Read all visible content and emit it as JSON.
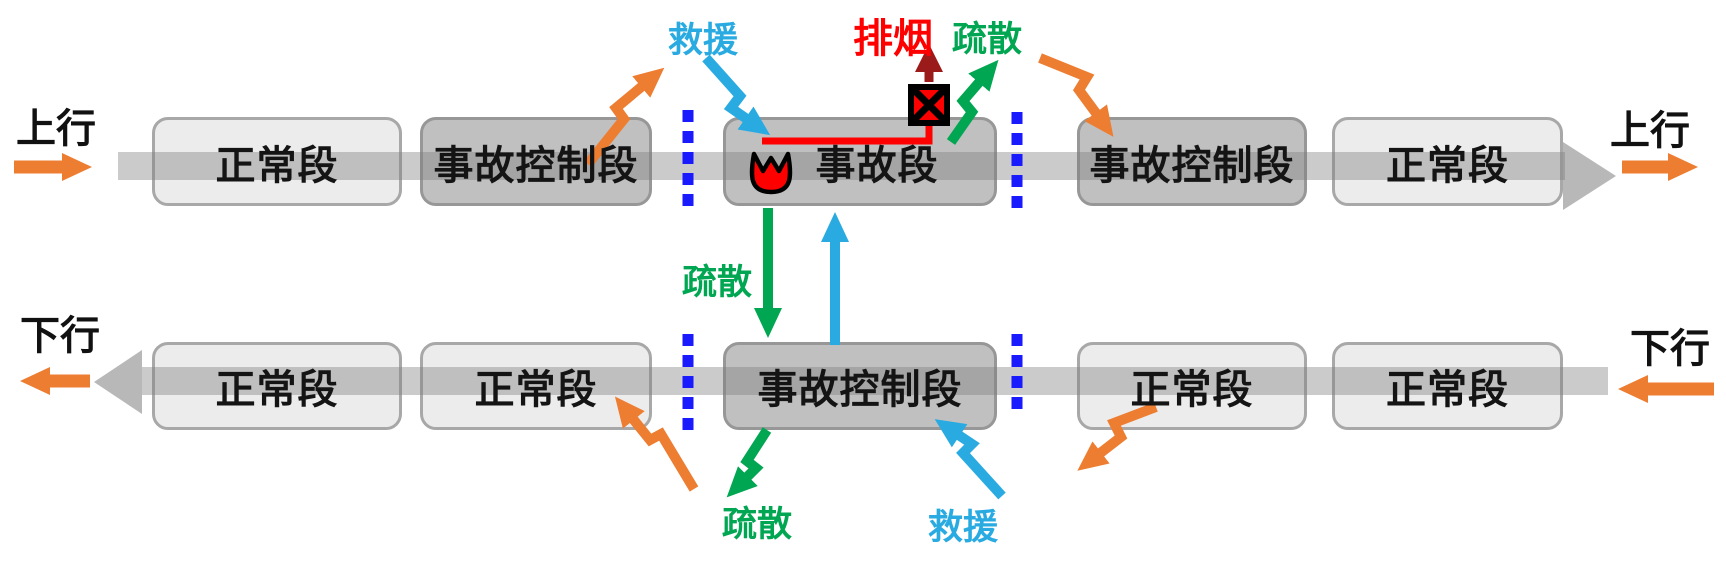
{
  "diagram": {
    "type": "tunnel-incident-control-scheme",
    "rows": {
      "up": {
        "direction_label": "上行",
        "segments": [
          {
            "label": "正常段",
            "style": "normal"
          },
          {
            "label": "事故控制段",
            "style": "control"
          },
          {
            "label": "事故段",
            "style": "incident",
            "icon": "fire-icon"
          },
          {
            "label": "事故控制段",
            "style": "control"
          },
          {
            "label": "正常段",
            "style": "normal"
          }
        ]
      },
      "down": {
        "direction_label": "下行",
        "segments": [
          {
            "label": "正常段",
            "style": "normal"
          },
          {
            "label": "正常段",
            "style": "normal"
          },
          {
            "label": "事故控制段",
            "style": "control"
          },
          {
            "label": "正常段",
            "style": "normal"
          },
          {
            "label": "正常段",
            "style": "normal"
          }
        ]
      }
    },
    "annotations": {
      "rescue_top": "救援",
      "smoke_exhaust": "排烟",
      "evacuation_top": "疏散",
      "evacuation_middle": "疏散",
      "evacuation_bottom": "疏散",
      "rescue_bottom": "救援"
    },
    "icons": {
      "fire": "fire-icon",
      "exhaust_fan": "exhaust-fan-icon",
      "cross_passage": "dashed-cross-passage-marker"
    },
    "colors": {
      "orange_arrow": "#ED7D31",
      "green_arrow": "#00A651",
      "blue_arrow": "#29ABE2",
      "red_line": "#FF0000",
      "dark_red_arrow": "#9B1B1B",
      "dashed_blue": "#1A1AFF",
      "tunnel_bar_gray": "#C9C9C9",
      "box_light": "#ECECEC",
      "box_dark": "#C0C0C0"
    }
  }
}
